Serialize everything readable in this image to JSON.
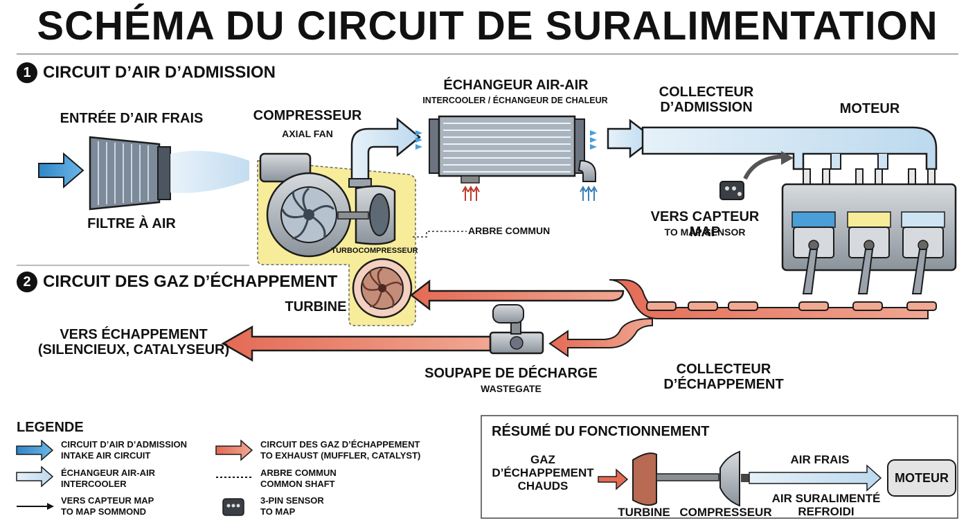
{
  "title": "SCHÉMA DU CIRCUIT DE SURALIMENTATION",
  "section1": {
    "number": "1",
    "label": "CIRCUIT D’AIR D’ADMISSION"
  },
  "section2": {
    "number": "2",
    "label": "CIRCUIT DES GAZ D’ÉCHAPPEMENT"
  },
  "labels": {
    "fresh_air_inlet": "ENTRÉE D’AIR FRAIS",
    "air_filter": "FILTRE À AIR",
    "compressor": "COMPRESSEUR",
    "compressor_sub": "AXIAL FAN",
    "intercooler": "ÉCHANGEUR AIR-AIR",
    "intercooler_sub": "INTERCOOLER / ÉCHANGEUR DE CHALEUR",
    "intake_manifold": "COLLECTEUR\nD’ADMISSION",
    "engine": "MOTEUR",
    "common_shaft": "ARBRE COMMUN",
    "turbocharger": "TURBOCOMPRESSEUR",
    "map_sensor": "VERS CAPTEUR MAP",
    "map_sensor_sub": "TO MAP SENSOR",
    "turbine": "TURBINE",
    "to_exhaust": "VERS ÉCHAPPEMENT\n(SILENCIEUX, CATALYSEUR)",
    "wastegate": "SOUPAPE DE DÉCHARGE",
    "wastegate_sub": "WASTEGATE",
    "exhaust_manifold": "COLLECTEUR\nD’ÉCHAPPEMENT"
  },
  "legend": {
    "title": "LEGENDE",
    "items": [
      {
        "text": "CIRCUIT D’AIR D’ADMISSION\nINTAKE AIR CIRCUIT",
        "icon": "blue-arrow-icon"
      },
      {
        "text": "ÉCHANGEUR AIR-AIR\nINTERCOOLER",
        "icon": "light-blue-arrow-icon"
      },
      {
        "text": "VERS CAPTEUR MAP\nTO MAP SOMMOND",
        "icon": "thin-arrow-icon"
      },
      {
        "text": "CIRCUIT DES GAZ D’ÉCHAPPEMENT\nTO EXHAUST (MUFFLER, CATALYST)",
        "icon": "salmon-arrow-icon"
      },
      {
        "text": "ARBRE COMMUN\nCOMMON SHAFT",
        "icon": "dotted-line-icon"
      },
      {
        "text": "3-PIN SENSOR\nTO MAP",
        "icon": "sensor-connector-icon"
      }
    ]
  },
  "summary": {
    "title": "RÉSUMÉ DU FONCTIONNEMENT",
    "hot_gas": "GAZ\nD’ÉCHAPPEMENT\nCHAUDS",
    "turbine": "TURBINE",
    "compressor": "COMPRESSEUR",
    "fresh_air": "AIR FRAIS",
    "boosted_air": "AIR SURALIMENTÉ\nREFROIDI",
    "engine": "MOTEUR"
  },
  "colors": {
    "intake": "#4a9fd8",
    "intake_light": "#cfe4f3",
    "exhaust": "#e8826a",
    "exhaust_light": "#f5b8a6",
    "turbo_housing": "#f6ec9a",
    "metal": "#9aa3ab"
  }
}
